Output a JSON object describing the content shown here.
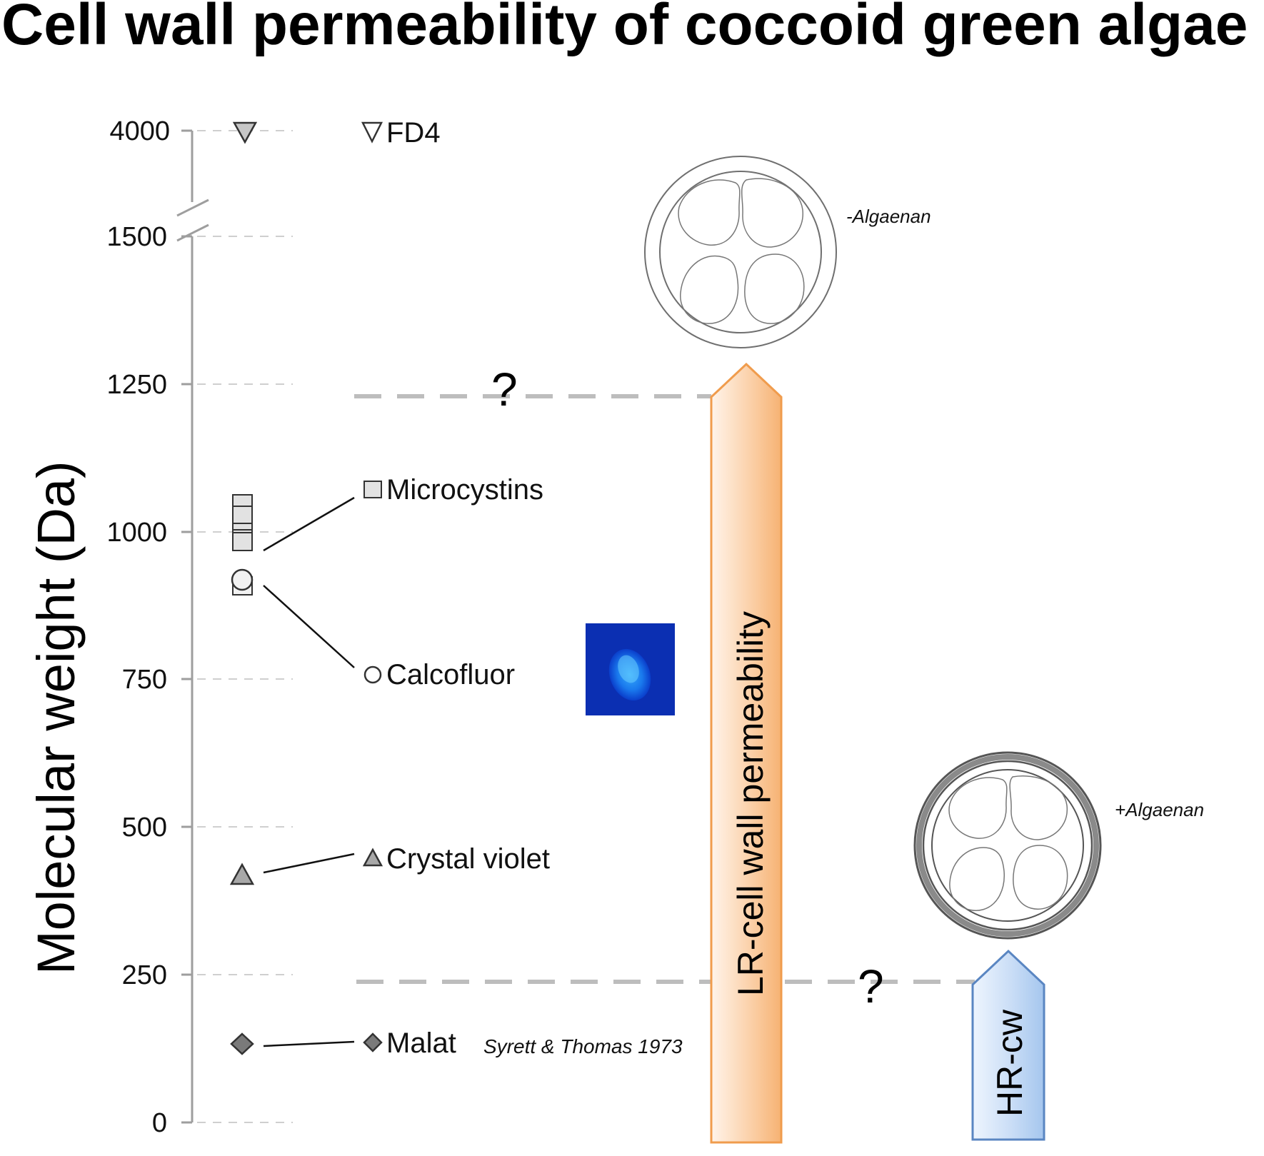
{
  "title": "Cell wall permeability of coccoid green algae",
  "y_axis": {
    "label": "Molecular weight (Da)",
    "ticks": [
      "4000",
      "1500",
      "1250",
      "1000",
      "750",
      "500",
      "250",
      "0"
    ],
    "scale_break": "between 1500 and 4000"
  },
  "compounds": [
    {
      "name": "FD4",
      "marker": "inverted-triangle",
      "mw_label": "4000",
      "color": "#c7c7c7"
    },
    {
      "name": "Microcystins",
      "marker": "square",
      "mw_values": [
        1045,
        1025,
        995,
        985,
        981
      ],
      "color": "#e2e2e2"
    },
    {
      "name": "Calcofluor",
      "marker": "circle",
      "mw": 917,
      "color": "#f2f2f2"
    },
    {
      "name": "Crystal violet",
      "marker": "triangle",
      "mw": 408,
      "color": "#a8a8a8"
    },
    {
      "name": "Malat",
      "marker": "diamond",
      "mw": 134,
      "color": "#7a7a7a"
    }
  ],
  "citation": "Syrett & Thomas 1973",
  "lr_bar": {
    "label": "LR-cell wall permeability",
    "threshold": 1230,
    "question": "?",
    "color": "#f6b273"
  },
  "hr_bar": {
    "label": "HR-cw",
    "threshold": 240,
    "question": "?",
    "color": "#a8c8ef"
  },
  "algaenan_minus": "-Algaenan",
  "algaenan_plus": "+Algaenan",
  "image_panel": "blue fluorescent cell (Calcofluor staining)"
}
